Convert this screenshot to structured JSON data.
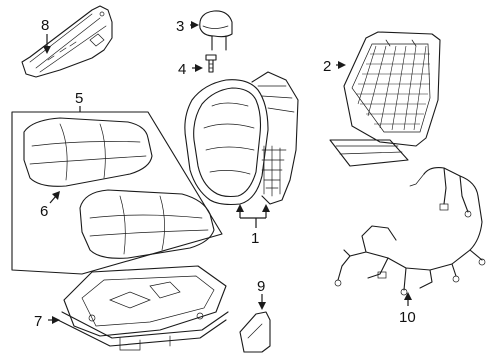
{
  "callouts": {
    "c1": "1",
    "c2": "2",
    "c3": "3",
    "c4": "4",
    "c5": "5",
    "c6": "6",
    "c7": "7",
    "c8": "8",
    "c9": "9",
    "c10": "10"
  },
  "colors": {
    "ink": "#1a1a1a",
    "background": "#ffffff"
  }
}
